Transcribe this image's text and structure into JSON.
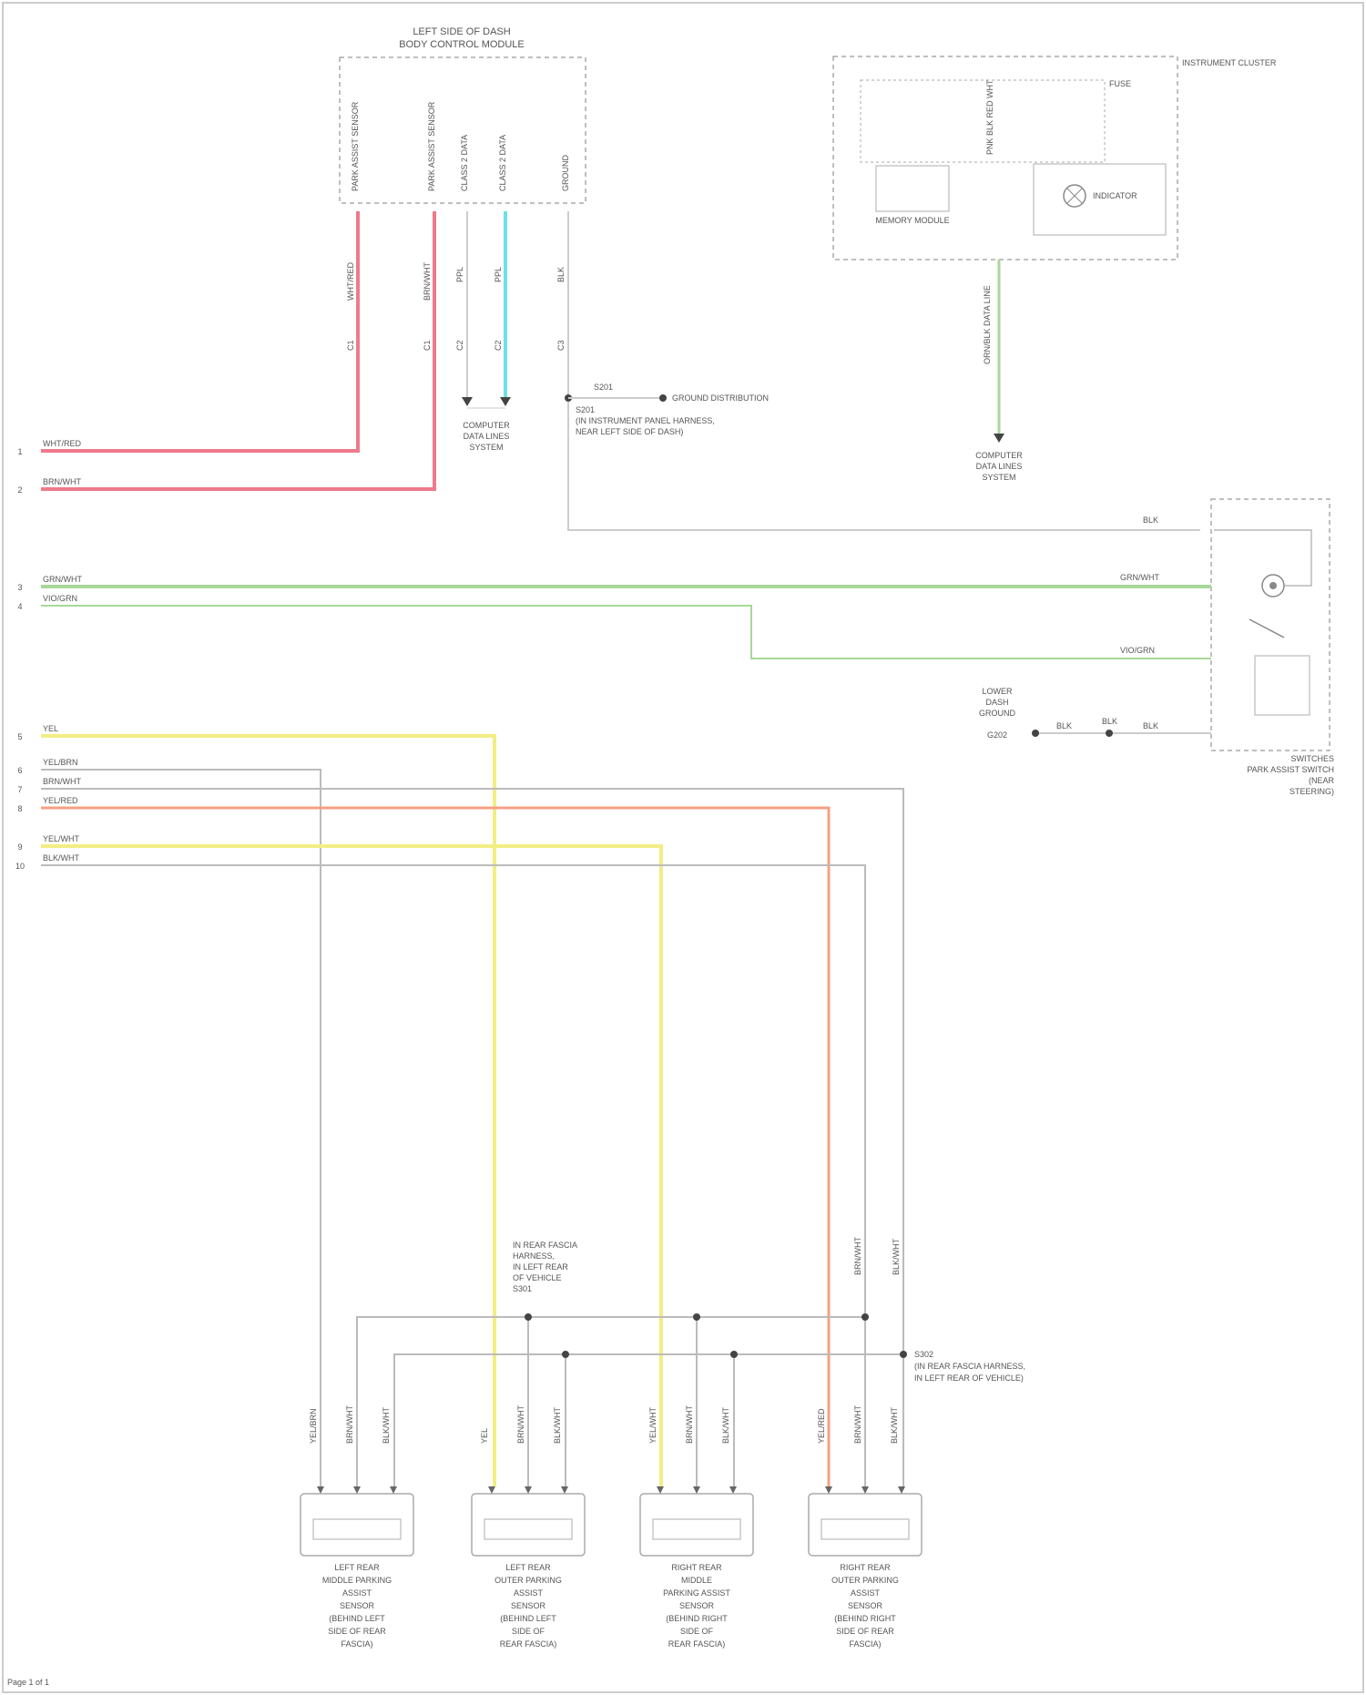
{
  "components": {
    "body_control": {
      "title_line1": "LEFT SIDE OF DASH",
      "title_line2": "BODY CONTROL MODULE"
    },
    "instrument_cluster": {
      "label": "INSTRUMENT CLUSTER",
      "fuse_label": "FUSE",
      "memory_label": "MEMORY MODULE",
      "indicator_label": "INDICATOR"
    },
    "switch_module": {
      "label_lines": [
        "SWITCHES",
        "PARK ASSIST SWITCH",
        "(NEAR",
        "STEERING)"
      ]
    },
    "ground": {
      "label_lines": [
        "LOWER",
        "DASH",
        "GROUND",
        "G202"
      ]
    },
    "splice_top": {
      "label_lines": [
        "S201",
        "(IN INSTRUMENT PANEL HARNESS,",
        "NEAR LEFT SIDE OF DASH)"
      ]
    },
    "splice_bottom_left": {
      "label_lines": [
        "IN REAR FASCIA",
        "HARNESS,",
        "IN LEFT REAR",
        "OF VEHICLE",
        "S301"
      ]
    },
    "splice_bottom_right": {
      "label_lines": [
        "S302",
        "(IN REAR FASCIA HARNESS,",
        "IN LEFT REAR OF VEHICLE)"
      ]
    },
    "ref_top_mid": {
      "label_lines": [
        "COMPUTER",
        "DATA LINES",
        "SYSTEM"
      ]
    },
    "ref_top_right": {
      "label_lines": [
        "COMPUTER",
        "DATA LINES",
        "SYSTEM"
      ]
    },
    "ground_ref": "GROUND DISTRIBUTION",
    "sensors": [
      {
        "name": "left_rear_middle",
        "label_lines": [
          "LEFT REAR",
          "MIDDLE PARKING",
          "ASSIST",
          "SENSOR",
          "(BEHIND LEFT",
          "SIDE OF REAR",
          "FASCIA)"
        ]
      },
      {
        "name": "left_rear_outer",
        "label_lines": [
          "LEFT REAR",
          "OUTER PARKING",
          "ASSIST",
          "SENSOR",
          "(BEHIND LEFT",
          "SIDE OF",
          "REAR FASCIA)"
        ]
      },
      {
        "name": "right_rear_middle",
        "label_lines": [
          "RIGHT REAR",
          "MIDDLE",
          "PARKING ASSIST",
          "SENSOR",
          "(BEHIND RIGHT",
          "SIDE OF",
          "REAR FASCIA)"
        ]
      },
      {
        "name": "right_rear_outer",
        "label_lines": [
          "RIGHT REAR",
          "OUTER PARKING",
          "ASSIST",
          "SENSOR",
          "(BEHIND RIGHT",
          "SIDE OF REAR",
          "FASCIA)"
        ]
      }
    ]
  },
  "left_wires": [
    {
      "num": "1",
      "label": "WHT/RED",
      "color": "#ee7a8c"
    },
    {
      "num": "2",
      "label": "BRN/WHT",
      "color": "#ee7a8c"
    },
    {
      "num": "3",
      "label": "GRN/WHT",
      "color": "#a8d89a"
    },
    {
      "num": "4",
      "label": "VIO/GRN",
      "color": "#a8d89a"
    },
    {
      "num": "5",
      "label": "YEL",
      "color": "#f2ee84"
    },
    {
      "num": "6",
      "label": "YEL/BRN",
      "color": "#bbbbbb"
    },
    {
      "num": "7",
      "label": "BRN/WHT",
      "color": "#bbbbbb"
    },
    {
      "num": "8",
      "label": "YEL/RED",
      "color": "#f5a082"
    },
    {
      "num": "9",
      "label": "YEL/WHT",
      "color": "#f2ee84"
    },
    {
      "num": "10",
      "label": "BLK/WHT",
      "color": "#bbbbbb"
    }
  ],
  "bcm_pins": [
    "PARK ASSIST SENSOR",
    "PARK ASSIST SENSOR",
    "CLASS 2 DATA",
    "CLASS 2 DATA",
    "GROUND"
  ],
  "wire_labels": {
    "bcm_upper": [
      "WHT/RED",
      "BRN/WHT",
      "PPL",
      "PPL",
      "BLK"
    ],
    "bcm_lower": [
      "C1",
      "C1",
      "C2",
      "C2",
      "C3"
    ],
    "top_junction": "S201",
    "blk_switch": "BLK",
    "switch_green": "GRN/WHT",
    "switch_violet": "VIO/GRN",
    "ground_wires": [
      "BLK",
      "BLK",
      "BLK"
    ],
    "cluster_wire": "ORN/BLK DATA LINE",
    "cluster_pins": "PNK BLK RED WHT",
    "drop_grey": "BRN/WHT",
    "drop_grey2": "BLK/WHT",
    "sensor_wires": [
      [
        "YEL/BRN",
        "BRN/WHT",
        "BLK/WHT"
      ],
      [
        "YEL",
        "BRN/WHT",
        "BLK/WHT"
      ],
      [
        "YEL/WHT",
        "BRN/WHT",
        "BLK/WHT"
      ],
      [
        "YEL/RED",
        "BRN/WHT",
        "BLK/WHT"
      ]
    ]
  },
  "footer": "Page 1 of 1"
}
